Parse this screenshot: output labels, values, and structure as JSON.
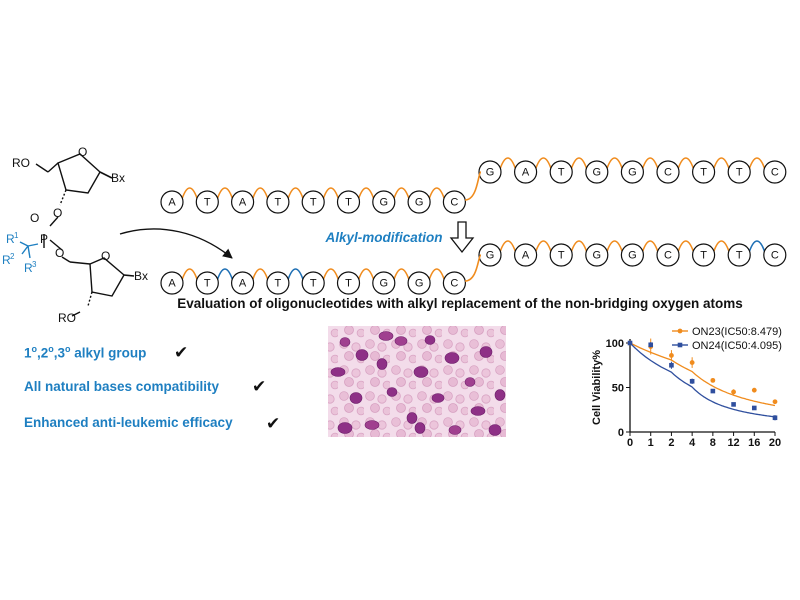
{
  "structure": {
    "ro_top": "RO",
    "bx_top": "Bx",
    "o_ring_top": "O",
    "o_link_top": "O",
    "o_double": "O",
    "p_atom": "P",
    "o_link_bottom": "O",
    "r1": "R",
    "r1_sup": "1",
    "r2": "R",
    "r2_sup": "2",
    "r3": "R",
    "r3_sup": "3",
    "o_ring_bottom": "O",
    "bx_bottom": "Bx",
    "ro_bottom": "RO"
  },
  "strands": {
    "top_row1": [
      "A",
      "T",
      "A",
      "T",
      "T",
      "T",
      "G",
      "G",
      "C"
    ],
    "top_row2": [
      "G",
      "A",
      "T",
      "G",
      "G",
      "C",
      "T",
      "T",
      "C"
    ],
    "bottom_row1": [
      "A",
      "T",
      "A",
      "T",
      "T",
      "T",
      "G",
      "G",
      "C"
    ],
    "bottom_row2": [
      "G",
      "A",
      "T",
      "G",
      "G",
      "C",
      "T",
      "T",
      "C"
    ],
    "modification_label": "Alkyl-modification",
    "link_color_natural": "#f08c1e",
    "link_color_modified": "#1e6fb4"
  },
  "evaluation_title": "Evaluation of oligonucleotides with alkyl replacement of the non-bridging oxygen atoms",
  "features": {
    "alkyl_group": {
      "sup1": "o",
      "sup2": "o",
      "sup3": "o",
      "parts": [
        "1",
        ",2",
        ",3",
        " alkyl group"
      ]
    },
    "bases": "All natural bases compatibility",
    "efficacy": "Enhanced anti-leukemic efficacy",
    "check_mark": "✔"
  },
  "micrograph": {
    "description_label": ""
  },
  "chart_data": {
    "type": "scatter",
    "ylabel": "Cell Viability%",
    "xlabel": "",
    "x_tick_labels": [
      "0",
      "1",
      "2",
      "4",
      "8",
      "12",
      "16",
      "20"
    ],
    "y_ticks": [
      0,
      50,
      100
    ],
    "ylim": [
      0,
      100
    ],
    "legend_position": "top-right",
    "series": [
      {
        "name": "ON23(IC50:8.479)",
        "color": "#f08c1e",
        "marker": "circle",
        "x": [
          0,
          1,
          2,
          4,
          8,
          12,
          16,
          20
        ],
        "y": [
          100,
          96,
          86,
          78,
          58,
          45,
          47,
          34
        ],
        "err": [
          0,
          9,
          6,
          6,
          2,
          3,
          2,
          2
        ],
        "fit_ic50": 8.479
      },
      {
        "name": "ON24(IC50:4.095)",
        "color": "#2f4f9e",
        "marker": "square",
        "x": [
          0,
          1,
          2,
          4,
          8,
          12,
          16,
          20
        ],
        "y": [
          100,
          98,
          75,
          57,
          46,
          31,
          27,
          16
        ],
        "err": [
          0,
          3,
          4,
          3,
          2,
          2,
          2,
          3
        ],
        "fit_ic50": 4.095
      }
    ]
  }
}
